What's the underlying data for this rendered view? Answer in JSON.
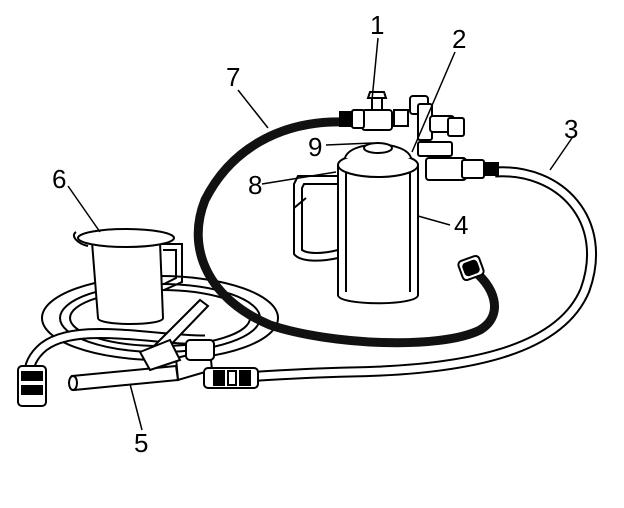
{
  "callouts": [
    {
      "number": "1"
    },
    {
      "number": "2"
    },
    {
      "number": "3"
    },
    {
      "number": "4"
    },
    {
      "number": "5"
    },
    {
      "number": "6"
    },
    {
      "number": "7"
    },
    {
      "number": "8"
    },
    {
      "number": "9"
    }
  ],
  "colors": {
    "line": "#000000",
    "fill": "#ffffff",
    "hose": "#111111"
  }
}
